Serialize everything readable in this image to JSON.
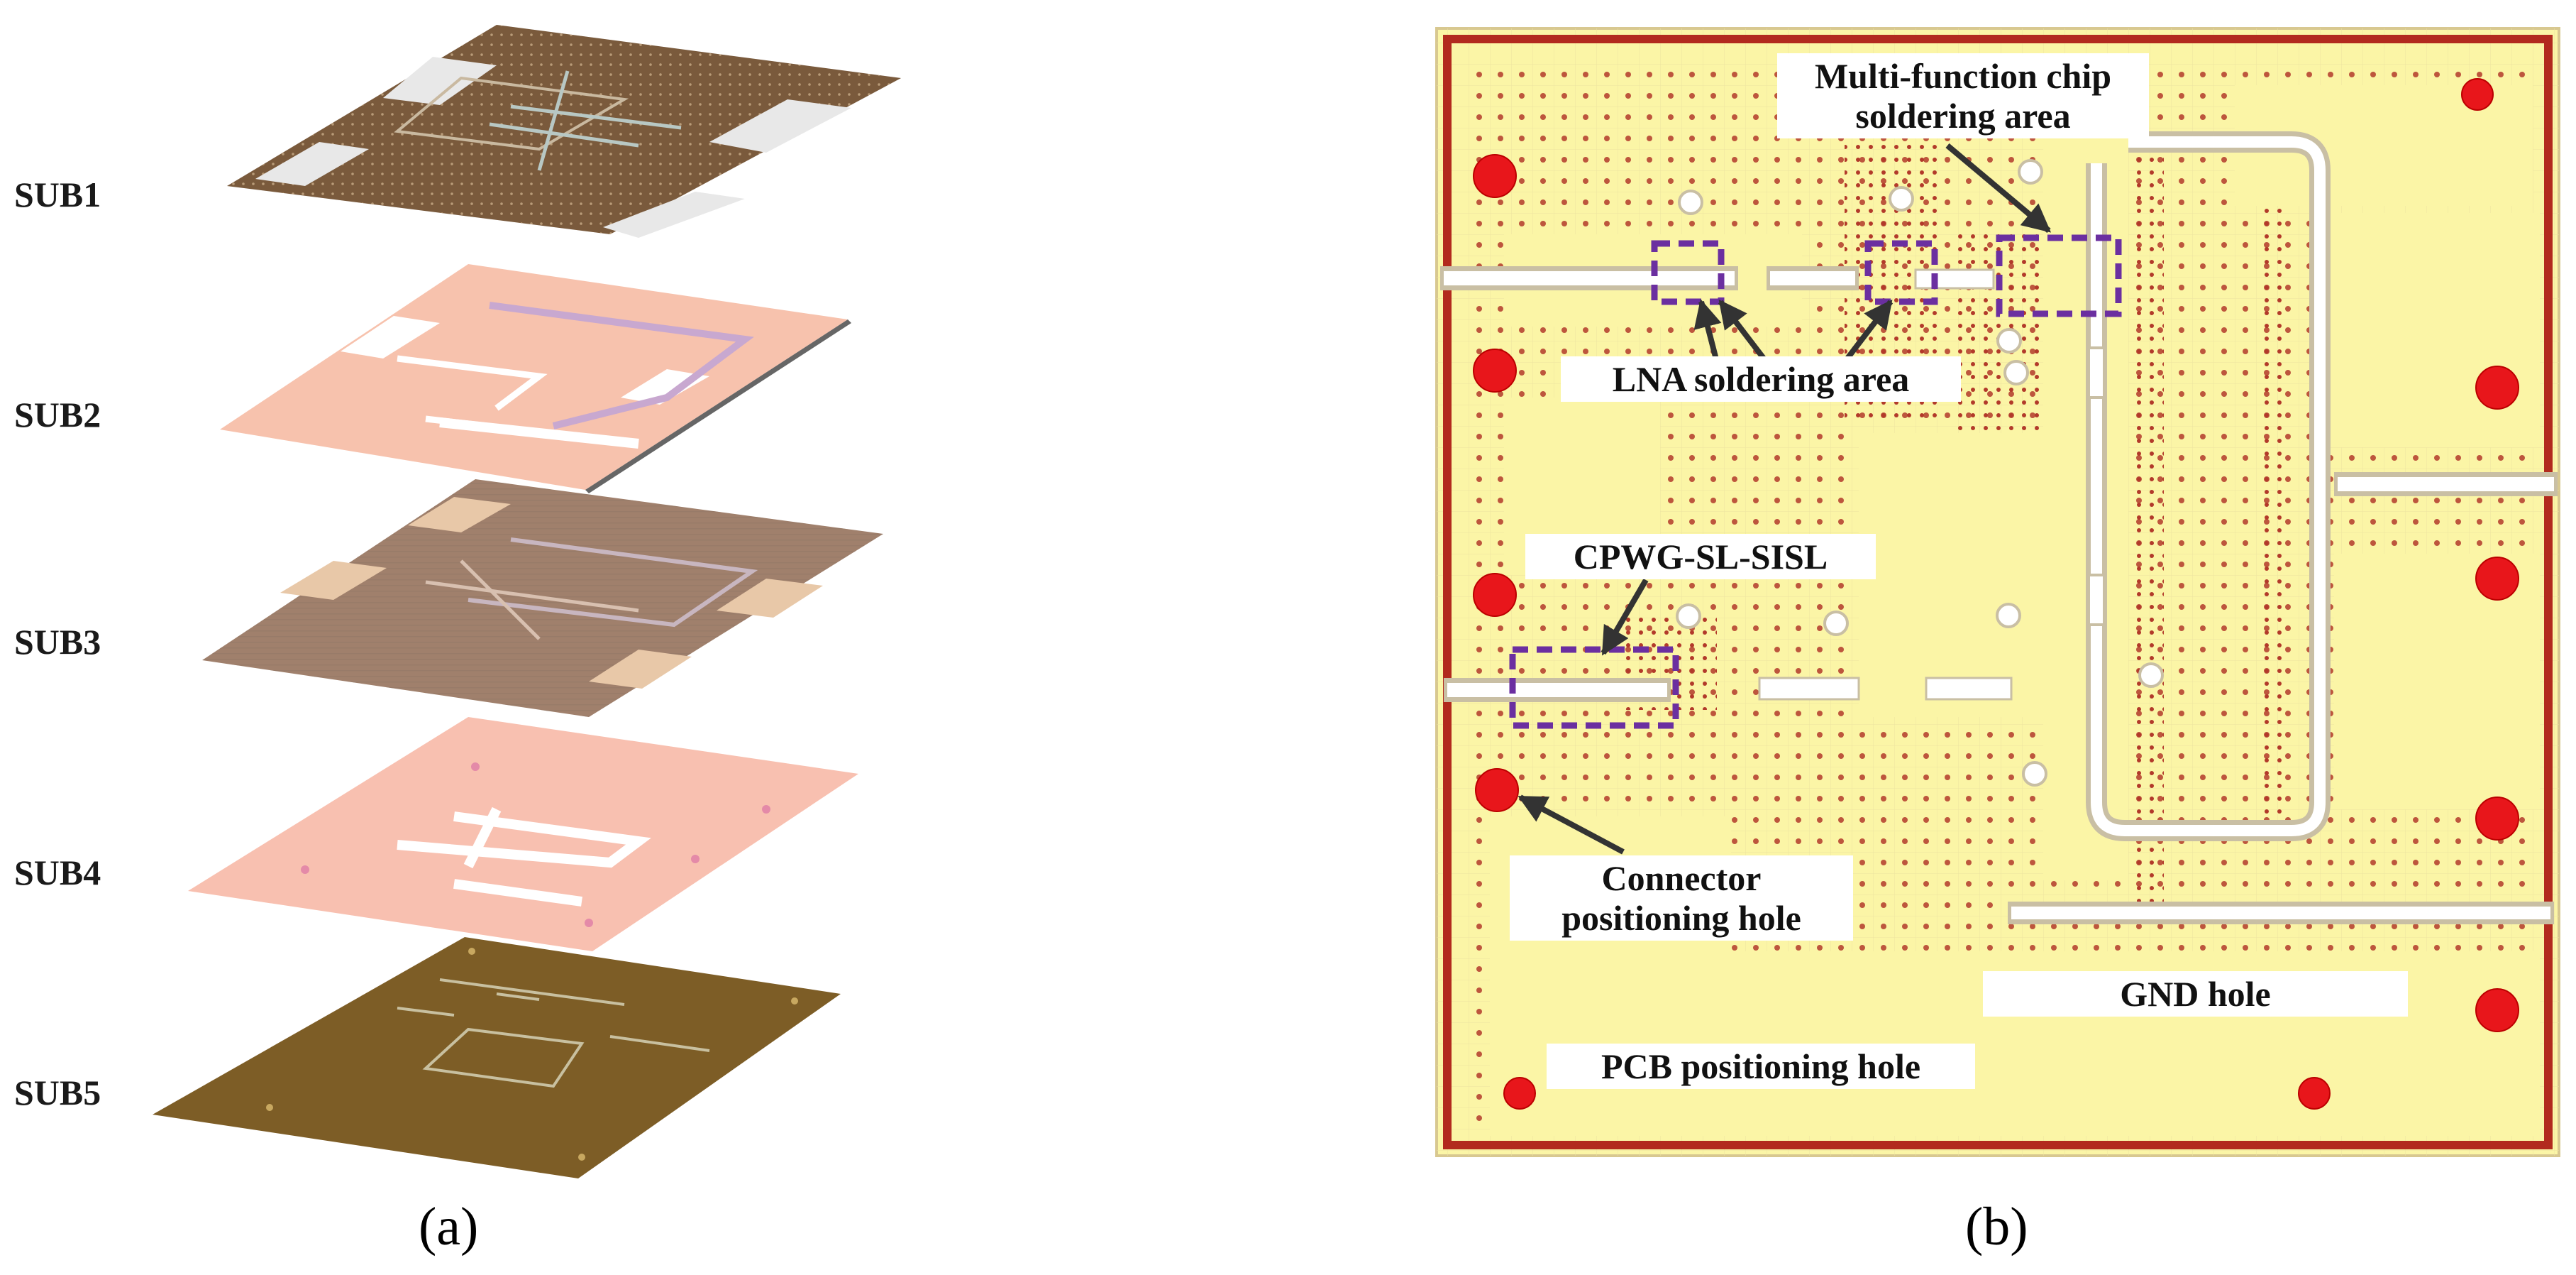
{
  "panel_a": {
    "caption": "(a)",
    "layers": [
      {
        "label": "SUB1"
      },
      {
        "label": "SUB2"
      },
      {
        "label": "SUB3"
      },
      {
        "label": "SUB4"
      },
      {
        "label": "SUB5"
      }
    ]
  },
  "panel_b": {
    "caption": "(b)",
    "annotations": {
      "multi_function_chip": "Multi-function chip soldering area",
      "lna": "LNA soldering area",
      "cpwg": "CPWG-SL-SISL",
      "connector": "Connector positioning hole",
      "gnd": "GND hole",
      "pcb": "PCB positioning hole"
    }
  },
  "colors": {
    "board_yellow": "#fbf5a6",
    "board_border": "#b22a1e",
    "via_dot": "#b23a2a",
    "hole_red": "#e8161b",
    "dashed_box": "#6b2fa0",
    "sub1": "#7a5a3c",
    "sub2": "#f7c2ad",
    "sub3": "#a0806c",
    "sub4": "#f8c0b0",
    "sub5": "#7d5d26"
  }
}
